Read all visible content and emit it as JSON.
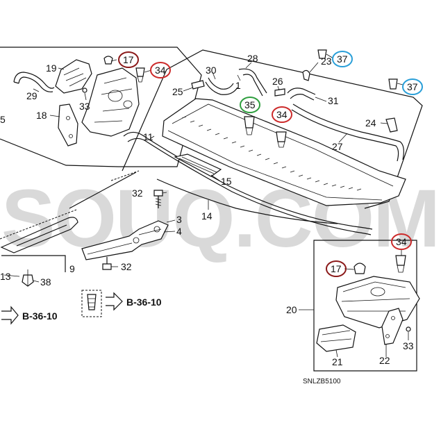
{
  "watermark": "SOUQ.COM",
  "diagram_code": "SNLZB5100",
  "references": {
    "left": "B-36-10",
    "center": "B-36-10"
  },
  "colors": {
    "red": "#cc2a2a",
    "maroon": "#8b1a1a",
    "blue": "#2a9fd8",
    "green": "#2e9e3e",
    "ink": "#111111",
    "watermark": "#d9d9d9"
  },
  "callouts": {
    "c19": "19",
    "c17a": "17",
    "c34a": "34",
    "c29": "29",
    "c33a": "33",
    "c18": "18",
    "c5": "5",
    "c30": "30",
    "c28": "28",
    "c1": "1",
    "c25": "25",
    "c26": "26",
    "c23": "23",
    "c37a": "37",
    "c37b": "37",
    "c31": "31",
    "c35": "35",
    "c34b": "34",
    "c24": "24",
    "c27": "27",
    "c11": "11",
    "c15": "15",
    "c32a": "32",
    "c3": "3",
    "c4": "4",
    "c14": "14",
    "c9": "9",
    "c32b": "32",
    "c13": "13",
    "c38": "38",
    "c34c": "34",
    "c17b": "17",
    "c20": "20",
    "c21": "21",
    "c22": "22",
    "c33b": "33"
  }
}
